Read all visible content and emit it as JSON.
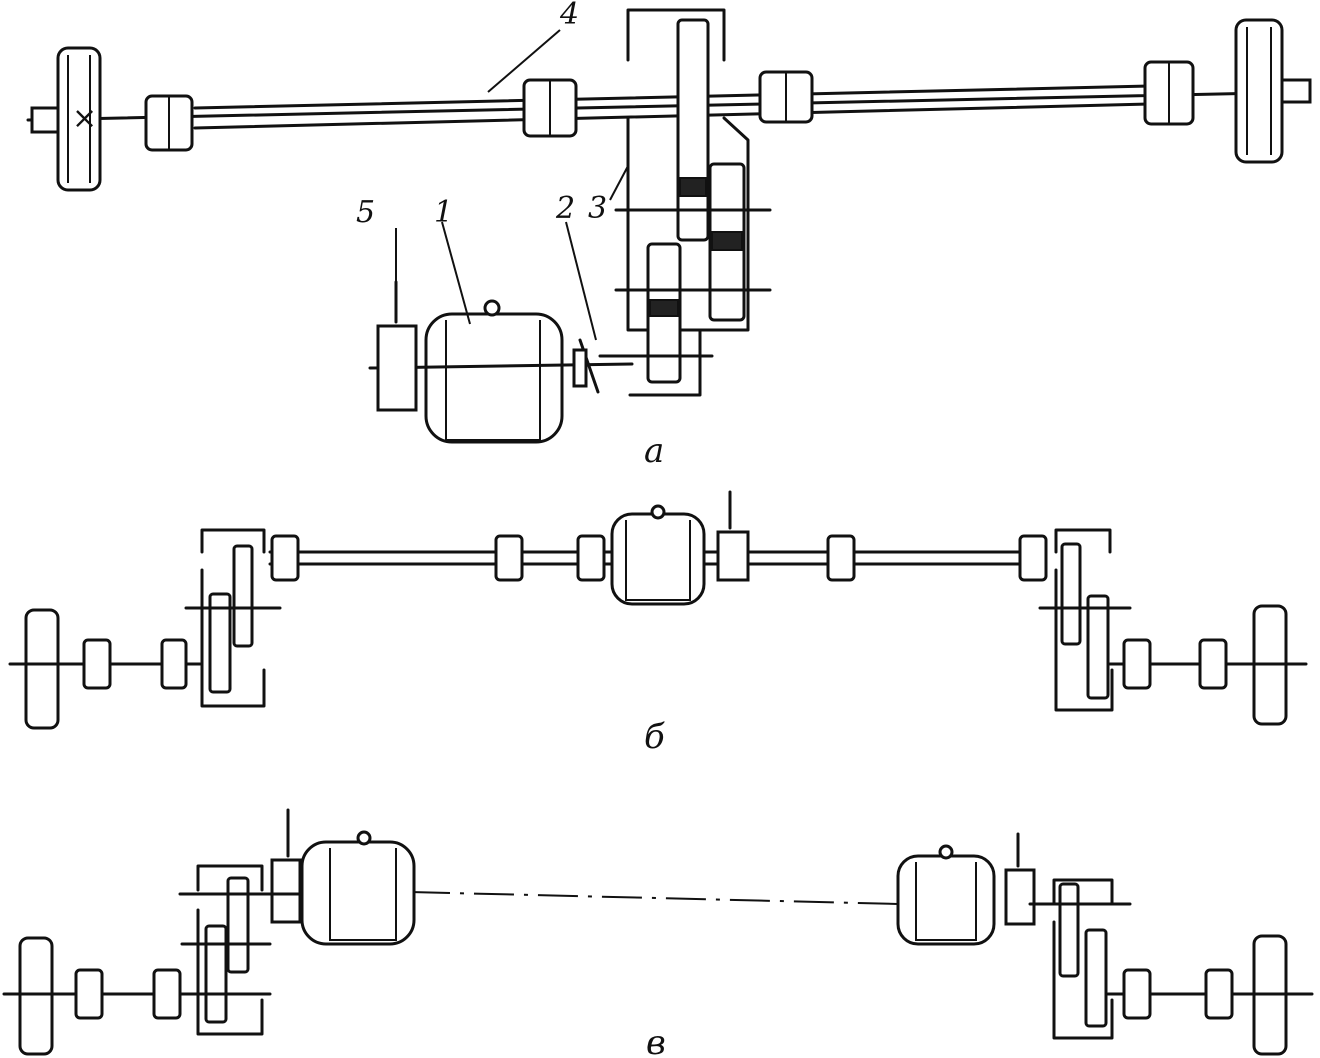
{
  "figure": {
    "panels": [
      {
        "id": "a",
        "caption": "а"
      },
      {
        "id": "b",
        "caption": "б"
      },
      {
        "id": "c",
        "caption": "в"
      }
    ],
    "callouts": [
      {
        "number": "1",
        "part": "motor"
      },
      {
        "number": "2",
        "part": "brake"
      },
      {
        "number": "3",
        "part": "gearbox"
      },
      {
        "number": "4",
        "part": "transmission shaft"
      },
      {
        "number": "5",
        "part": "brake pulley"
      }
    ]
  },
  "colors": {
    "ink": "#111111",
    "background": "#ffffff"
  }
}
